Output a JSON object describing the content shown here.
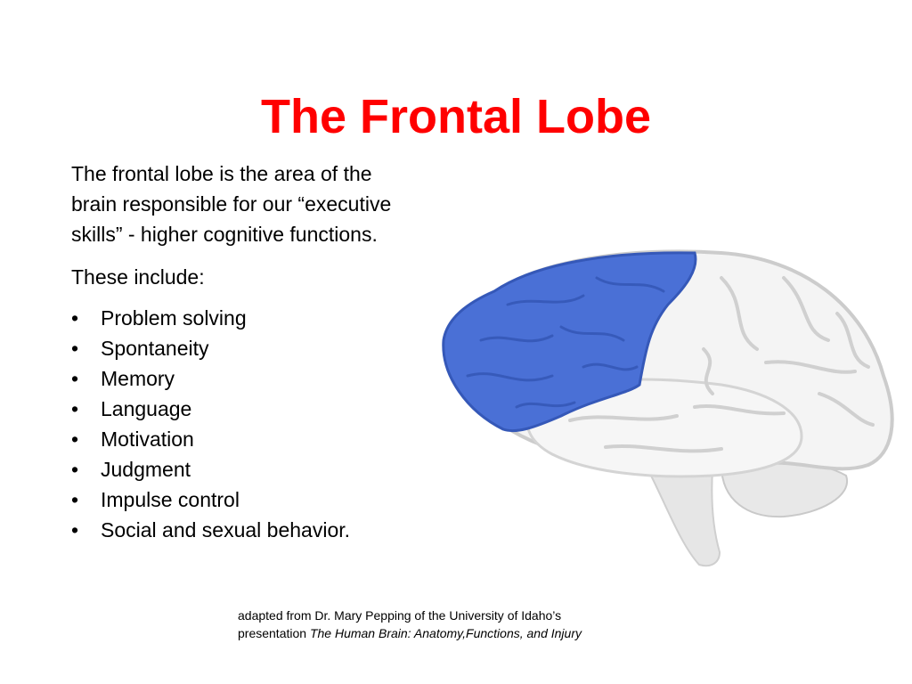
{
  "slide": {
    "title": "The Frontal Lobe",
    "intro": "The frontal lobe is the area of the brain responsible for our “executive skills” - higher cognitive functions.",
    "includes_label": "These include:",
    "bullet_char": "•",
    "bullets": [
      "Problem solving",
      "Spontaneity",
      "Memory",
      "Language",
      "Motivation",
      "Judgment",
      "Impulse control",
      "Social and sexual behavior."
    ],
    "citation": {
      "text": "adapted from Dr. Mary Pepping of the University of Idaho’s presentation ",
      "work_title": "The Human Brain: Anatomy,Functions, and Injury"
    }
  },
  "colors": {
    "title": "#ff0000",
    "frontal_lobe": "#4a70d6",
    "brain": "#f2f2f2"
  }
}
